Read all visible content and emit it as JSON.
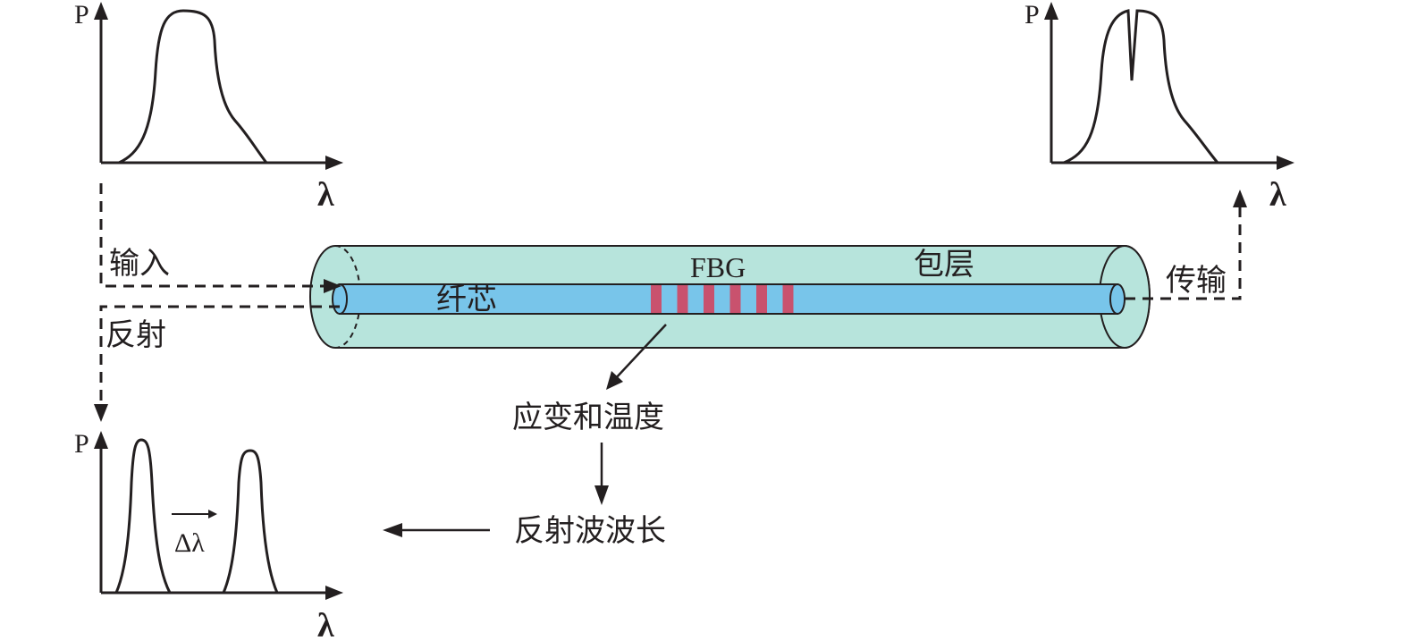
{
  "labels": {
    "input": "输入",
    "reflect": "反射",
    "transmit": "传输",
    "core": "纤芯",
    "cladding": "包层",
    "fbg": "FBG",
    "strain_temp": "应变和温度",
    "reflect_wavelength": "反射波波长",
    "delta_lambda": "Δλ"
  },
  "axes": {
    "y_label": "P",
    "x_label": "λ"
  },
  "colors": {
    "cladding_fill": "#b7e4dc",
    "core_fill": "#78c5ea",
    "grating": "#c9526e",
    "line": "#231f20"
  },
  "grating_count": 6
}
